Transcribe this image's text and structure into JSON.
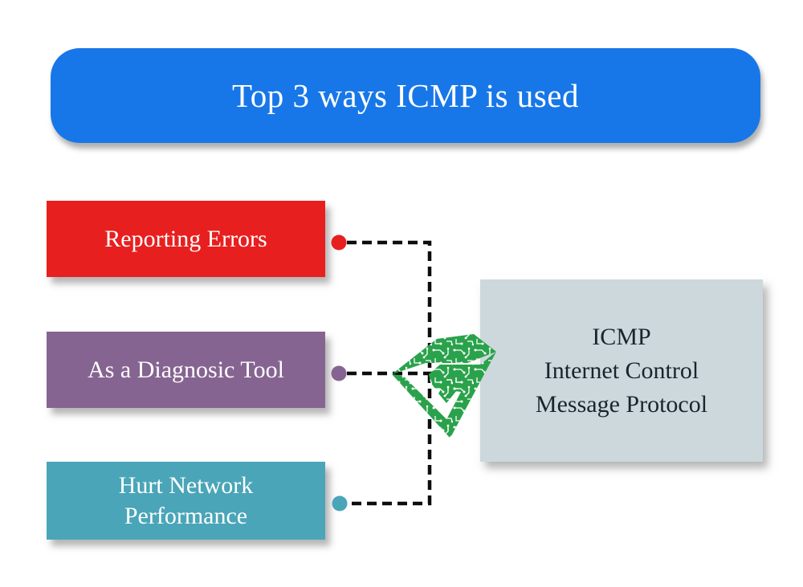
{
  "header": {
    "title": "Top 3 ways ICMP is used",
    "bg": "#1877e8",
    "text_color": "#ffffff"
  },
  "items": [
    {
      "label": "Reporting Errors",
      "color": "#e81f1f",
      "text_color": "#ffffff"
    },
    {
      "label": "As a Diagnosic Tool",
      "color": "#866491",
      "text_color": "#ffffff"
    },
    {
      "label": "Hurt Network Performance",
      "color": "#4aa5b8",
      "text_color": "#ffffff"
    }
  ],
  "center_box": {
    "lines": [
      "ICMP",
      "Internet Control",
      "Message Protocol"
    ],
    "bg": "#ccd8dc",
    "text_color": "#19242c"
  },
  "logo": {
    "name": "circuit-diamond-logo",
    "color": "#2aa24b",
    "trace_color": "#ffffff"
  },
  "connectors": {
    "color": "#0d0d0d",
    "style": "dashed"
  }
}
